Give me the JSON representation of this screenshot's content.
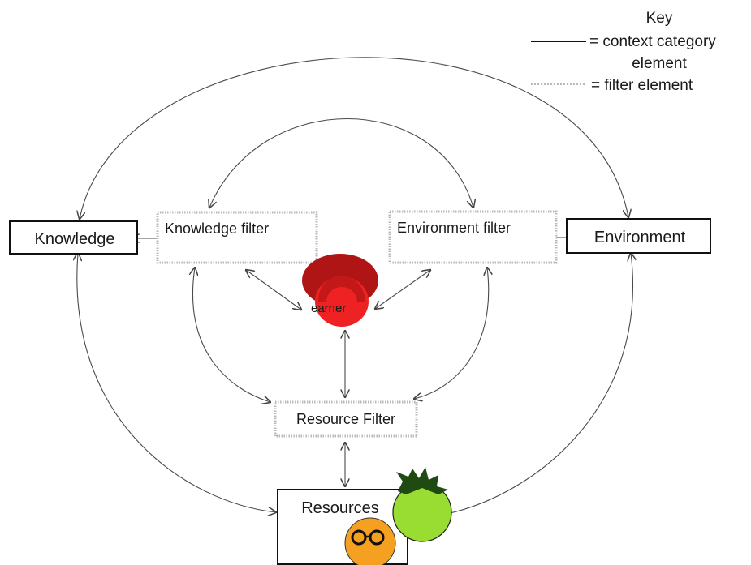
{
  "key": {
    "title": "Key",
    "solid_line_label_line1": "= context category",
    "solid_line_label_line2": "element",
    "dotted_line_label": "=  filter element"
  },
  "nodes": {
    "knowledge": "Knowledge",
    "environment": "Environment",
    "resources": "Resources",
    "knowledge_filter": "Knowledge filter",
    "environment_filter": "Environment filter",
    "resource_filter": "Resource Filter",
    "learner": "earner"
  },
  "colors": {
    "learner_fill": "#ee2222",
    "learner_shade": "#b01515",
    "tomato_fill": "#99dd33",
    "tomato_leaves": "#1f4a12",
    "glasses_face": "#f5a020",
    "filter_border": "#b9b9b9",
    "solid_border": "#111111"
  }
}
